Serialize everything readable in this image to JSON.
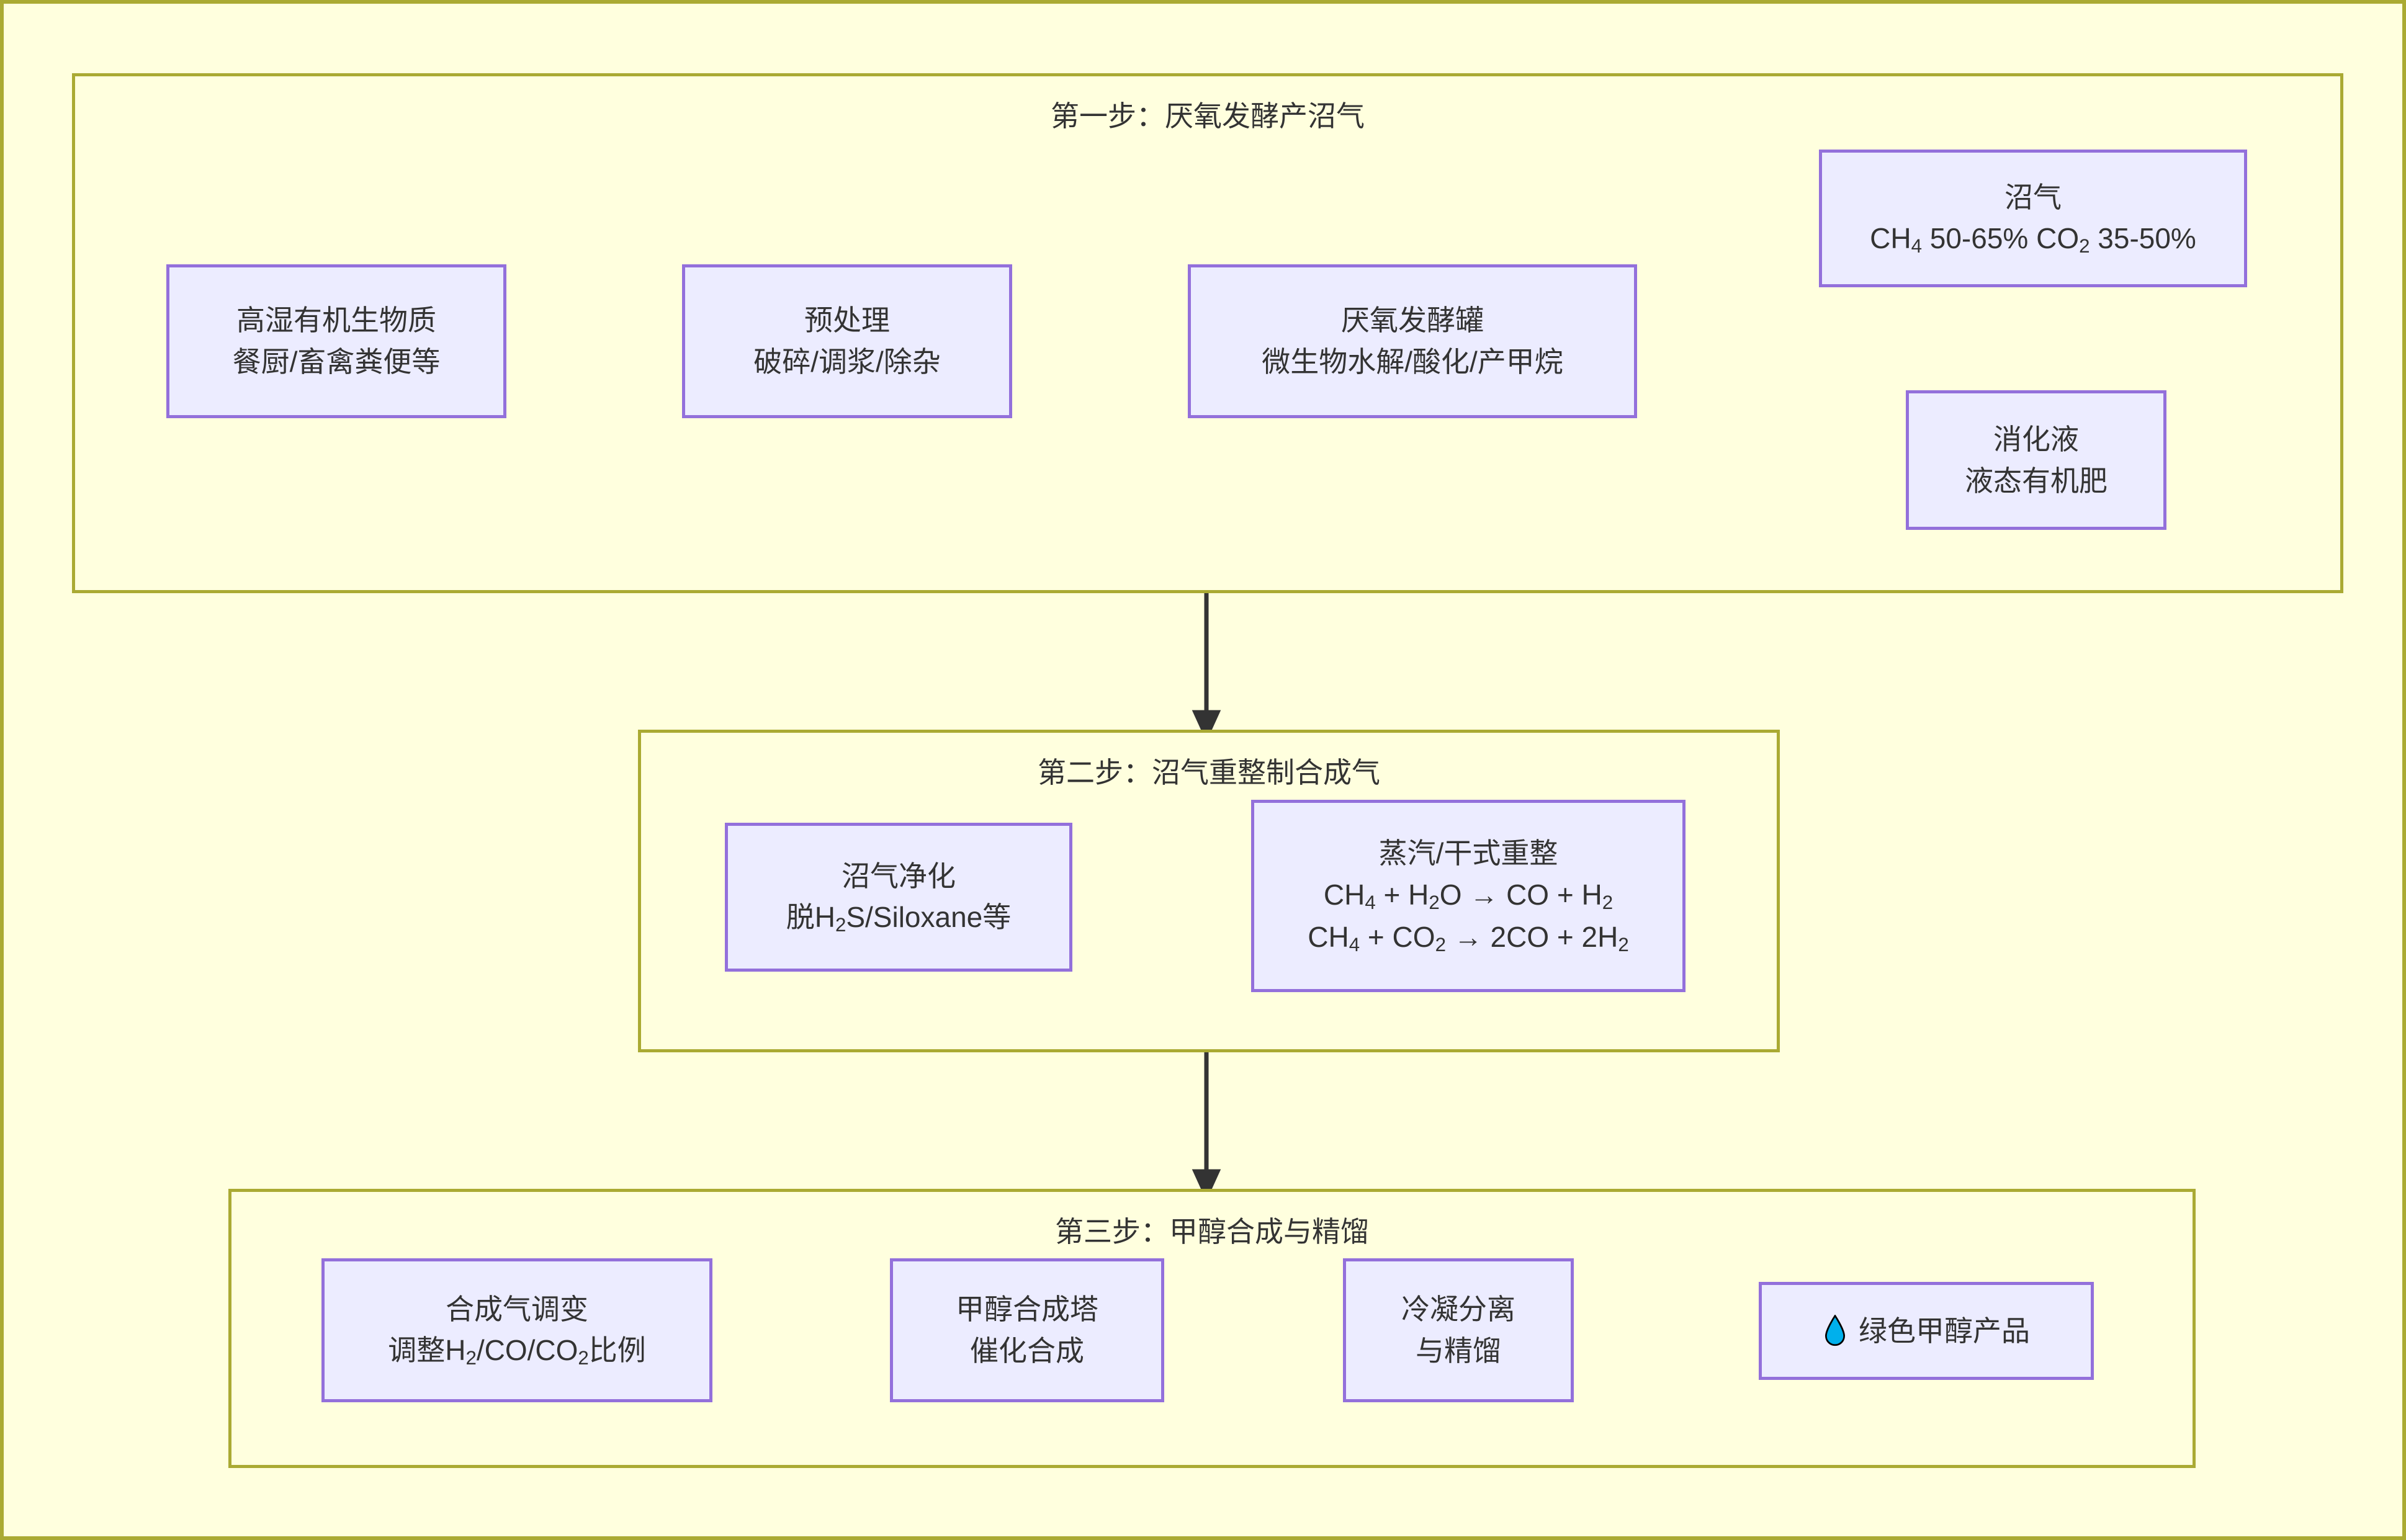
{
  "diagram": {
    "type": "flowchart",
    "direction": "top-to-bottom",
    "theme_colors": {
      "canvas_background": "#ffffde",
      "subgraph_background": "#ffffde",
      "subgraph_border": "#aaaa33",
      "node_background": "#ececff",
      "node_border": "#9370db",
      "text": "#333333",
      "edge": "#333333",
      "droplet_icon": "#00b0ec"
    }
  },
  "steps": [
    {
      "id": "step1",
      "title": "第一步：厌氧发酵产沼气",
      "nodes": [
        {
          "id": "feedstock",
          "lines": [
            "高湿有机生物质",
            "餐厨/畜禽粪便等"
          ]
        },
        {
          "id": "pretreatment",
          "lines": [
            "预处理",
            "破碎/调浆/除杂"
          ]
        },
        {
          "id": "digester",
          "lines": [
            "厌氧发酵罐",
            "微生物水解/酸化/产甲烷"
          ]
        },
        {
          "id": "biogas",
          "lines": [
            "沼气",
            "CH4 50-65% CO2 35-50%"
          ]
        },
        {
          "id": "digestate",
          "lines": [
            "消化液",
            "液态有机肥"
          ]
        }
      ]
    },
    {
      "id": "step2",
      "title": "第二步：沼气重整制合成气",
      "nodes": [
        {
          "id": "cleanup",
          "lines": [
            "沼气净化",
            "脱H2S/Siloxane等"
          ]
        },
        {
          "id": "reforming",
          "lines": [
            "蒸汽/干式重整",
            "CH4 + H2O → CO + H2",
            "CH4 + CO2 → 2CO + 2H2"
          ]
        }
      ]
    },
    {
      "id": "step3",
      "title": "第三步：甲醇合成与精馏",
      "nodes": [
        {
          "id": "shift",
          "lines": [
            "合成气调变",
            "调整H2/CO/CO2比例"
          ]
        },
        {
          "id": "synthesis",
          "lines": [
            "甲醇合成塔",
            "催化合成"
          ]
        },
        {
          "id": "separation",
          "lines": [
            "冷凝分离",
            "与精馏"
          ]
        },
        {
          "id": "product",
          "icon": "droplet-icon",
          "lines": [
            "绿色甲醇产品"
          ]
        }
      ]
    }
  ],
  "labels": {
    "feedstock_l1": "高湿有机生物质",
    "feedstock_l2": "餐厨/畜禽粪便等",
    "pretreatment_l1": "预处理",
    "pretreatment_l2": "破碎/调浆/除杂",
    "digester_l1": "厌氧发酵罐",
    "digester_l2": "微生物水解/酸化/产甲烷",
    "biogas_l1": "沼气",
    "biogas_ch4": "CH",
    "biogas_ch4_sub": "4",
    "biogas_ch4_pct": " 50-65% ",
    "biogas_co2": "CO",
    "biogas_co2_sub": "2",
    "biogas_co2_pct": " 35-50%",
    "digestate_l1": "消化液",
    "digestate_l2": "液态有机肥",
    "cleanup_l1": "沼气净化",
    "cleanup_l2a": "脱H",
    "cleanup_l2sub": "2",
    "cleanup_l2b": "S/Siloxane等",
    "reforming_l1": "蒸汽/干式重整",
    "rf_eq1_a": "CH",
    "rf_eq1_s1": "4",
    "rf_eq1_b": " + H",
    "rf_eq1_s2": "2",
    "rf_eq1_c": "O → CO + H",
    "rf_eq1_s3": "2",
    "rf_eq2_a": "CH",
    "rf_eq2_s1": "4",
    "rf_eq2_b": " + CO",
    "rf_eq2_s2": "2",
    "rf_eq2_c": " → 2CO + 2H",
    "rf_eq2_s3": "2",
    "shift_l1": "合成气调变",
    "shift_l2a": "调整H",
    "shift_l2s1": "2",
    "shift_l2b": "/CO/CO",
    "shift_l2s2": "2",
    "shift_l2c": "比例",
    "synthesis_l1": "甲醇合成塔",
    "synthesis_l2": "催化合成",
    "separation_l1": "冷凝分离",
    "separation_l2": "与精馏",
    "product_l1": "绿色甲醇产品",
    "step1_title": "第一步：厌氧发酵产沼气",
    "step2_title": "第二步：沼气重整制合成气",
    "step3_title": "第三步：甲醇合成与精馏"
  }
}
